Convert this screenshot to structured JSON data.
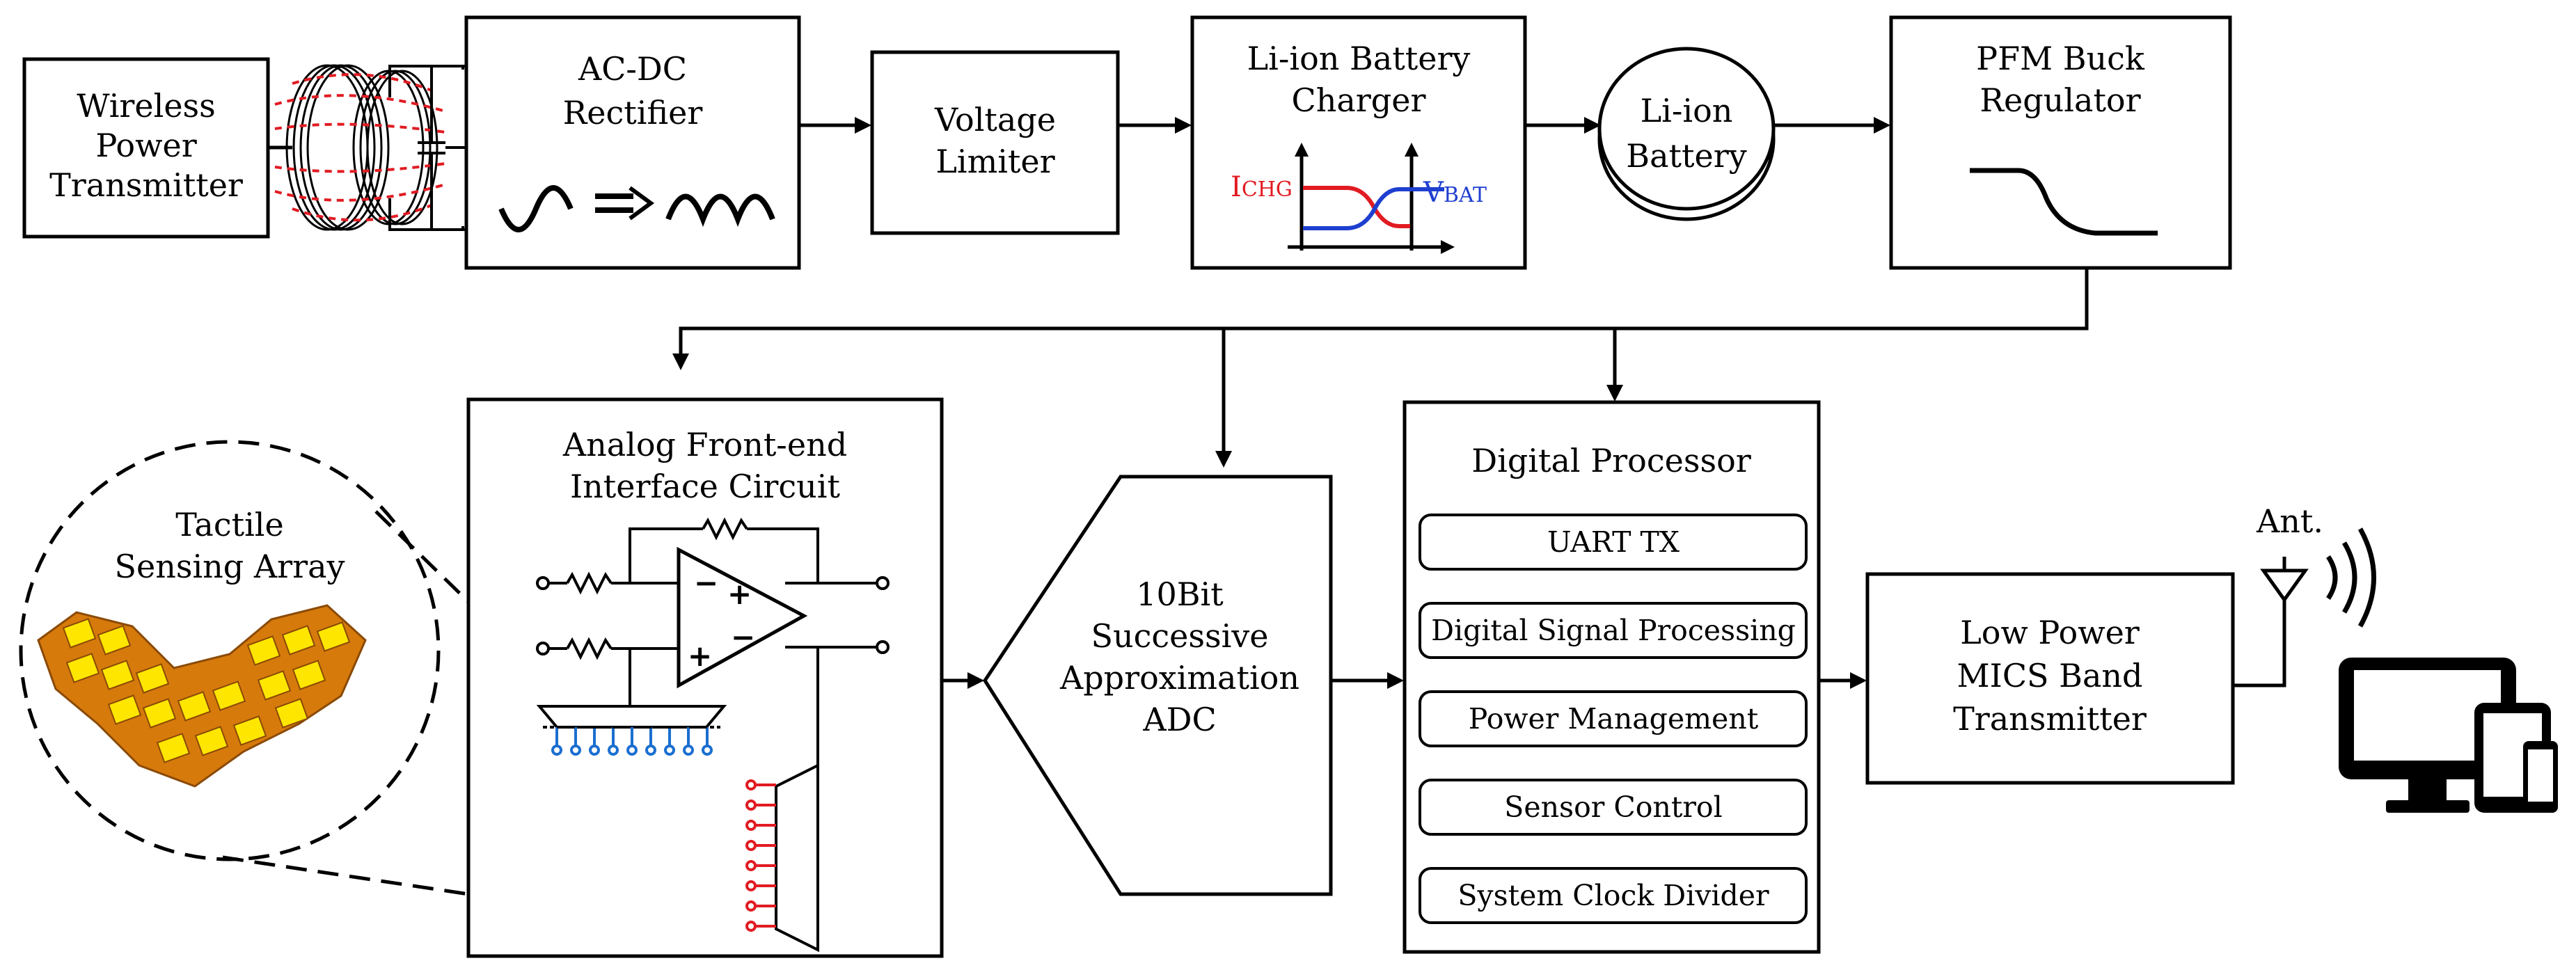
{
  "blocks": {
    "wireless_tx": [
      "Wireless",
      "Power",
      "Transmitter"
    ],
    "rectifier": [
      "AC-DC",
      "Rectifier"
    ],
    "limiter": [
      "Voltage",
      "Limiter"
    ],
    "charger": [
      "Li-ion Battery",
      "Charger"
    ],
    "battery": [
      "Li-ion",
      "Battery"
    ],
    "buck": [
      "PFM Buck",
      "Regulator"
    ],
    "afe": [
      "Analog Front-end",
      "Interface Circuit"
    ],
    "adc": [
      "10Bit",
      "Successive",
      "Approximation",
      "ADC"
    ],
    "dsp": {
      "title": "Digital Processor",
      "modules": [
        "UART TX",
        "Digital Signal Processing",
        "Power Management",
        "Sensor Control",
        "System Clock Divider"
      ]
    },
    "mics": [
      "Low Power",
      "MICS Band",
      "Transmitter"
    ],
    "tactile": [
      "Tactile",
      "Sensing Array"
    ]
  },
  "charger_labels": {
    "current": {
      "main": "I",
      "sub": "CHG"
    },
    "voltage": {
      "main": "V",
      "sub": "BAT"
    }
  },
  "antenna_label": "Ant.",
  "colors": {
    "charge_current": "#e11b22",
    "battery_voltage": "#1e3fd0",
    "sensor_pad": "#ffe600",
    "sensor_substrate": "#d67a0c",
    "coil_field": "#e11b22",
    "digital_line": "#1b6fd0",
    "mux_line": "#e11b22"
  },
  "icons": [
    "coil-icon",
    "sine-to-rectified-icon",
    "buck-step-icon",
    "opamp-icon",
    "antenna-icon",
    "computer-devices-icon"
  ]
}
